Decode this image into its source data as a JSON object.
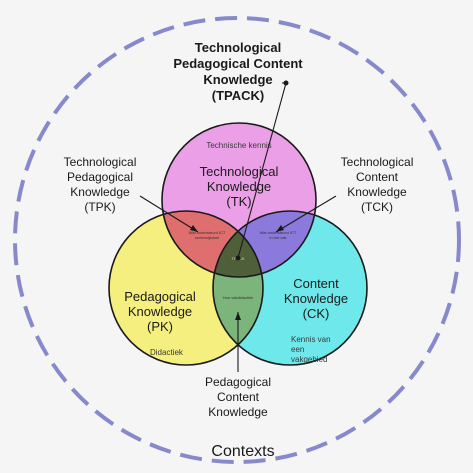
{
  "title": {
    "line1": "Technological",
    "line2": "Pedagogical Content",
    "line3": "Knowledge",
    "line4": "(TPACK)"
  },
  "tk": {
    "line1": "Technological",
    "line2": "Knowledge",
    "line3": "(TK)",
    "dutch": "Technische kennis"
  },
  "pk": {
    "line1": "Pedagogical",
    "line2": "Knowledge",
    "line3": "(PK)",
    "dutch": "Didactiek"
  },
  "ck": {
    "line1": "Content",
    "line2": "Knowledge",
    "line3": "(CK)",
    "dutch1": "Kennis van",
    "dutch2": "een",
    "dutch3": "vakgebied"
  },
  "tpk": {
    "line1": "Technological",
    "line2": "Pedagogical",
    "line3": "Knowledge",
    "line4": "(TPK)",
    "dutch1": "Wat ondersteunt ICT",
    "dutch2": "onderwijsdoel"
  },
  "tck": {
    "line1": "Technological",
    "line2": "Content",
    "line3": "Knowledge",
    "line4": "(TCK)",
    "dutch1": "Wat ondersteunt ICT",
    "dutch2": "in het vak"
  },
  "pck": {
    "line1": "Pedagogical",
    "line2": "Content",
    "line3": "Knowledge",
    "dutch": "Hoe vakdidactiek"
  },
  "center_dutch": "TPACK",
  "contexts": "Contexts",
  "colors": {
    "tk": "#ea9fe6",
    "pk": "#f4ef7e",
    "ck": "#6ee8ea",
    "tpk": "#df6e6e",
    "tck": "#8c79dc",
    "pck": "#7bb57b",
    "tpack": "#4f5f3a",
    "dash": "#8789cc",
    "stroke": "#1a1a1a"
  }
}
